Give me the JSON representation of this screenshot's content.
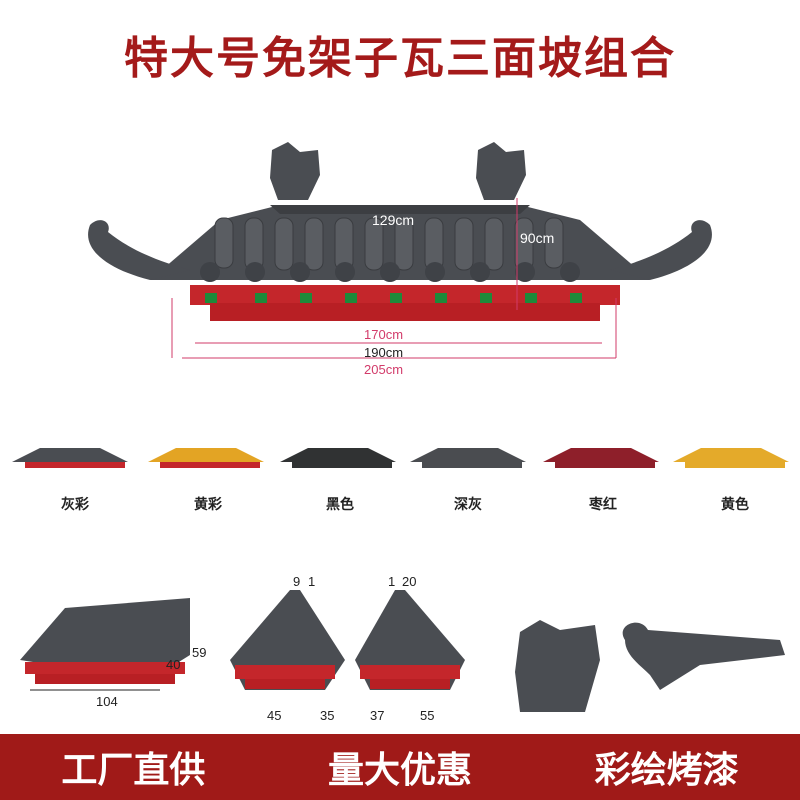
{
  "title": "特大号免架子瓦三面坡组合",
  "dimensions": {
    "width_top": "129cm",
    "height": "90cm",
    "len1": "170cm",
    "len2": "190cm",
    "len3": "205cm"
  },
  "colors": [
    {
      "label": "灰彩",
      "roof": "#4a4d52",
      "body": "#c4262b"
    },
    {
      "label": "黄彩",
      "roof": "#e3a424",
      "body": "#c4262b"
    },
    {
      "label": "黑色",
      "roof": "#303233",
      "body": "#303233"
    },
    {
      "label": "深灰",
      "roof": "#4a4c50",
      "body": "#4a4c50"
    },
    {
      "label": "枣红",
      "roof": "#8e1f2a",
      "body": "#8e1f2a"
    },
    {
      "label": "黄色",
      "roof": "#e4aa2a",
      "body": "#e4aa2a"
    }
  ],
  "parts": {
    "side_numbers": [
      "59",
      "40",
      "104"
    ],
    "corner_left_numbers": [
      "9",
      "1",
      "45",
      "35"
    ],
    "corner_right_numbers": [
      "1",
      "20",
      "37",
      "55"
    ]
  },
  "banner": [
    "工厂直供",
    "量大优惠",
    "彩绘烤漆"
  ],
  "theme": {
    "accent": "#a01a18",
    "roof_grey": "#4a4d52",
    "beam_red": "#c4262b"
  }
}
